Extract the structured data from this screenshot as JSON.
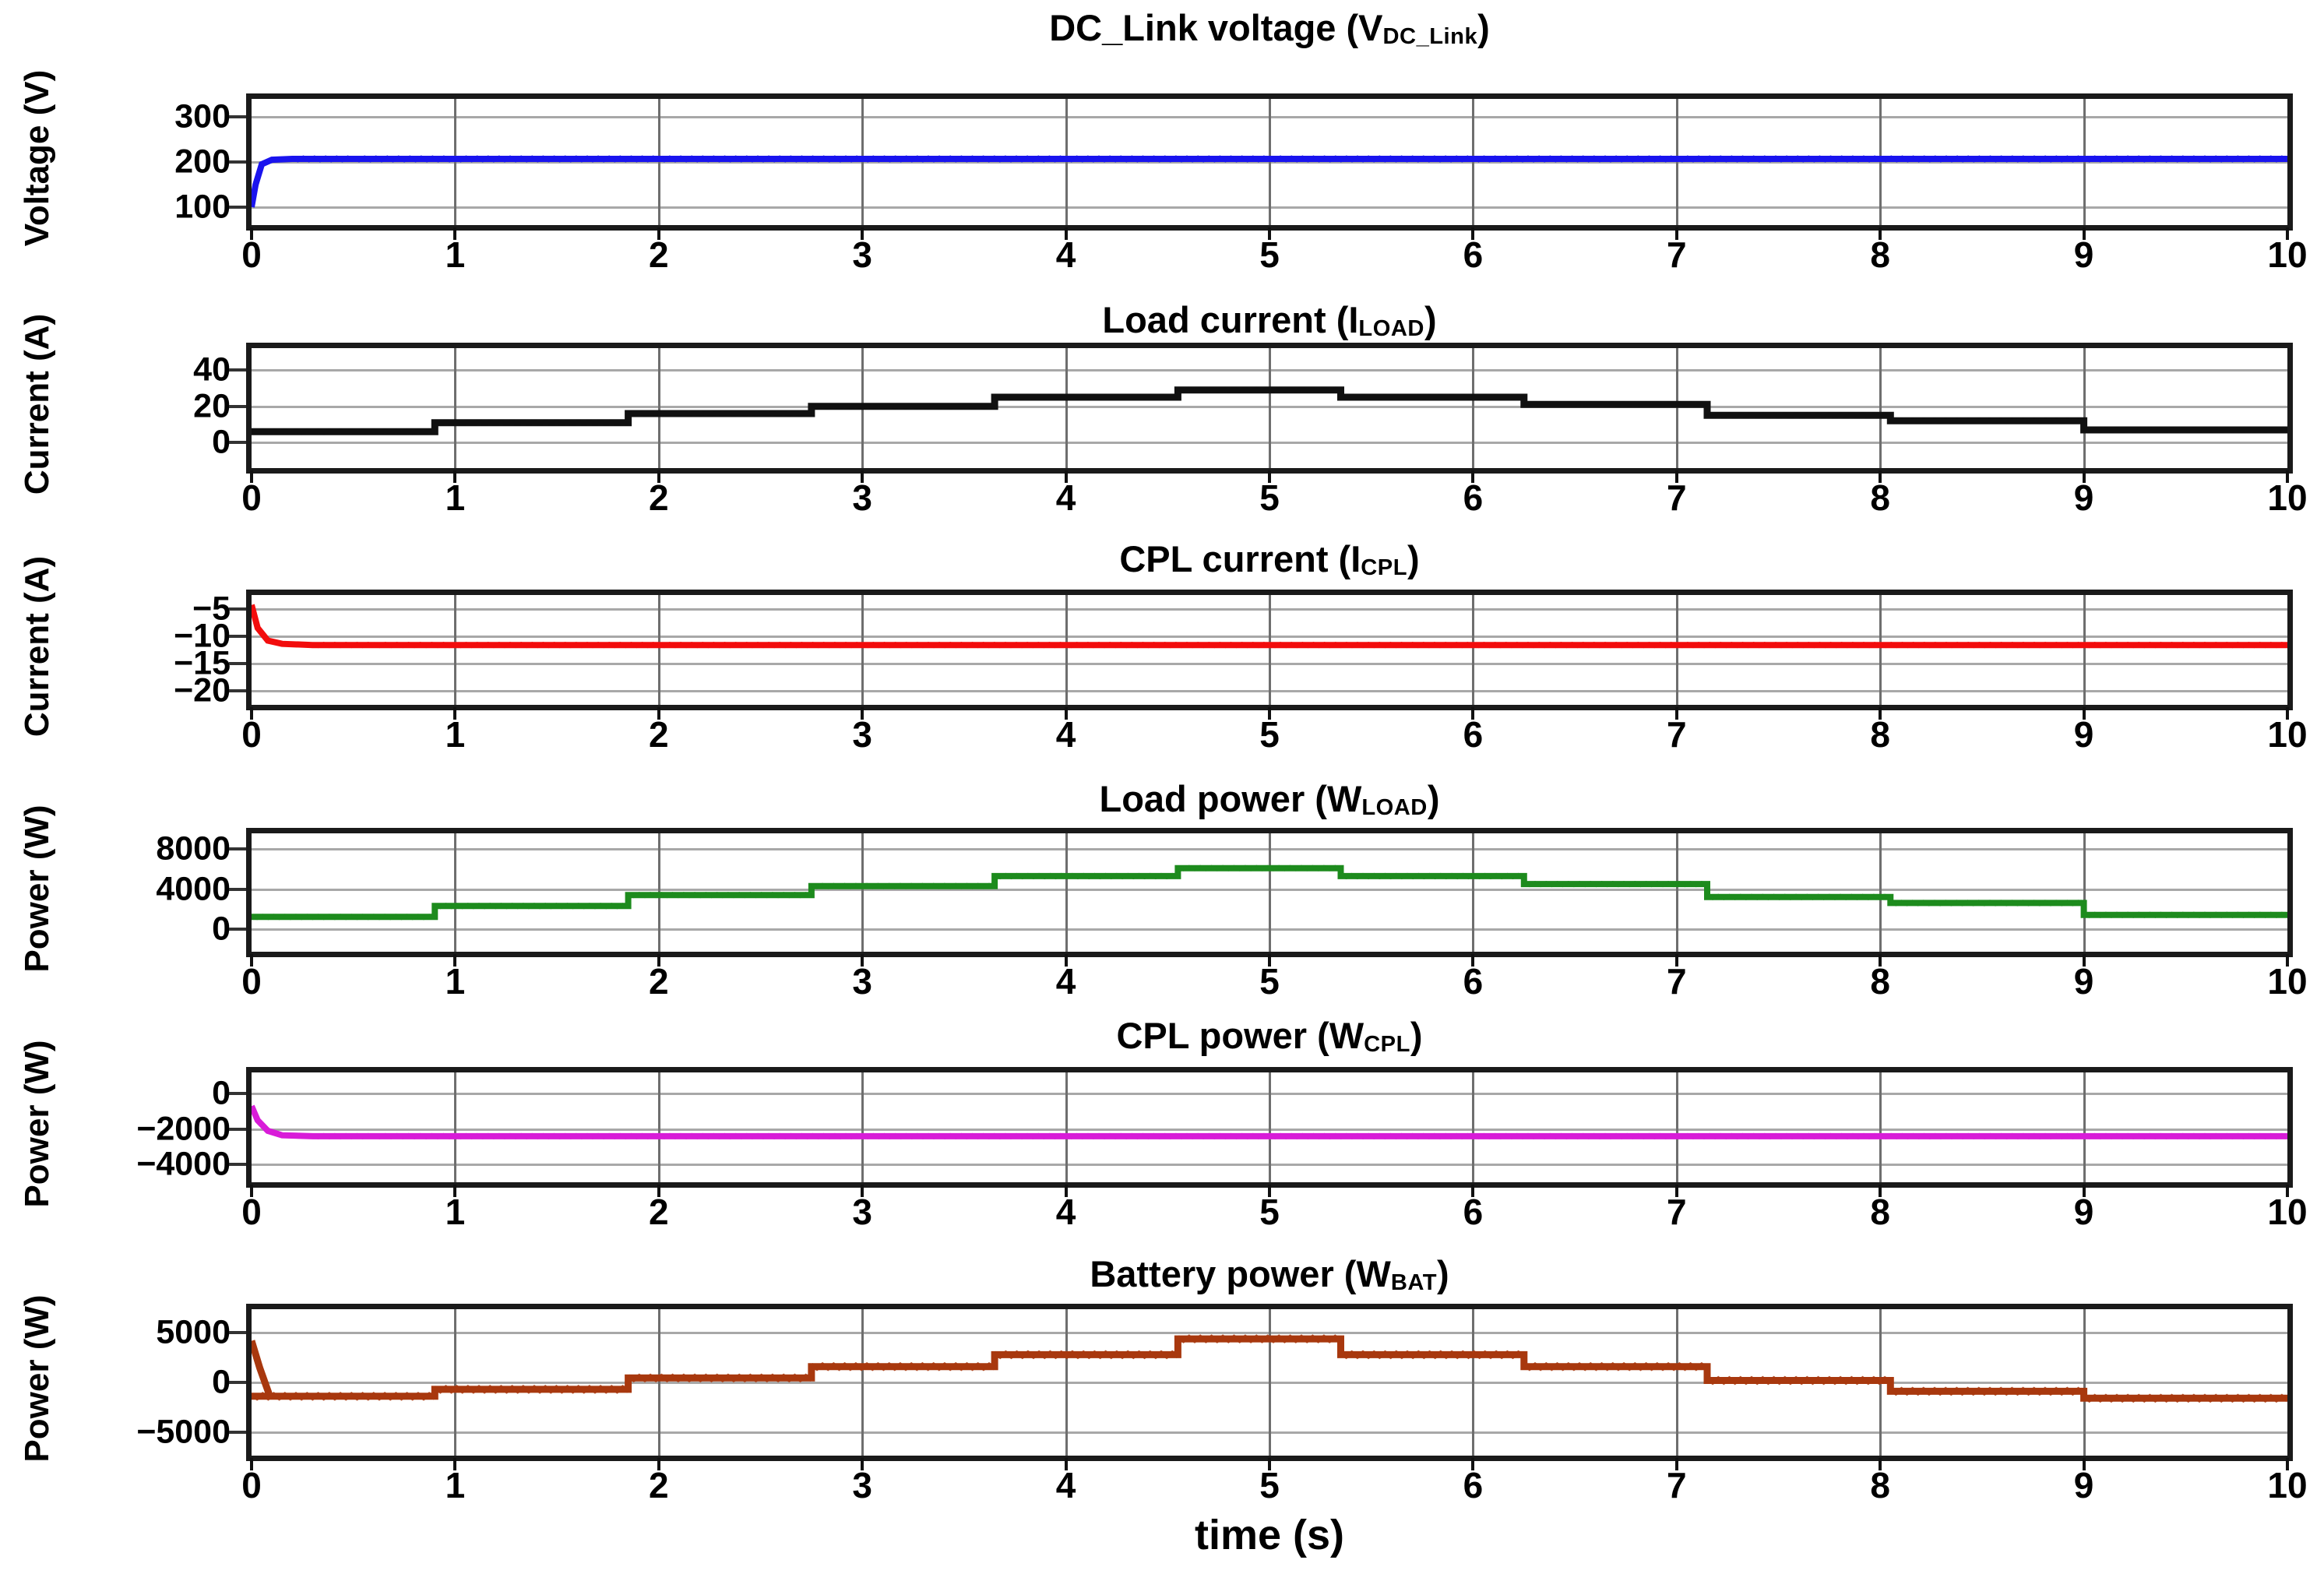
{
  "figure": {
    "xaxis_title": "time (s)",
    "background": "#ffffff"
  },
  "y_group_labels": [
    {
      "name": "voltage-group-label",
      "text": "Voltage (V)"
    },
    {
      "name": "current-group-label-1",
      "text": "Current (A)"
    },
    {
      "name": "current-group-label-2",
      "text": "Current (A)"
    },
    {
      "name": "power-group-label-1",
      "text": "Power (W)"
    },
    {
      "name": "power-group-label-2",
      "text": "Power (W)"
    },
    {
      "name": "power-group-label-3",
      "text": "Power (W)"
    }
  ],
  "titles": {
    "p1_main": "DC_Link voltage (V",
    "p1_sub": "DC_Link",
    "p1_tail": ")",
    "p2_main": "Load current (I",
    "p2_sub": "LOAD",
    "p2_tail": ")",
    "p3_main": "CPL current (I",
    "p3_sub": "CPL",
    "p3_tail": ")",
    "p4_main": "Load power (W",
    "p4_sub": "LOAD",
    "p4_tail": ")",
    "p5_main": "CPL power (W",
    "p5_sub": "CPL",
    "p5_tail": ")",
    "p6_main": "Battery power (W",
    "p6_sub": "BAT",
    "p6_tail": ")"
  },
  "xticks": [
    "0",
    "1",
    "2",
    "3",
    "4",
    "5",
    "6",
    "7",
    "8",
    "9",
    "10"
  ],
  "chart_data": [
    {
      "id": "dc-link-voltage",
      "type": "line",
      "title": "DC_Link voltage (VDC_Link)",
      "xlabel": "time (s)",
      "ylabel": "Voltage (V)",
      "color": "#1a14ee",
      "xlim": [
        0,
        10
      ],
      "ylim": [
        60,
        340
      ],
      "yticks": [
        300,
        200,
        100
      ],
      "xticks": [
        0,
        1,
        2,
        3,
        4,
        5,
        6,
        7,
        8,
        9,
        10
      ],
      "grid": true,
      "x": [
        0,
        0.02,
        0.05,
        0.1,
        0.2,
        0.5,
        1,
        2,
        3,
        4,
        5,
        6,
        7,
        8,
        9,
        10
      ],
      "y": [
        100,
        150,
        195,
        205,
        207,
        207,
        207,
        207,
        207,
        207,
        207,
        207,
        207,
        207,
        207,
        207
      ]
    },
    {
      "id": "load-current",
      "type": "line",
      "title": "Load current (ILOAD)",
      "xlabel": "time (s)",
      "ylabel": "Current (A)",
      "color": "#111111",
      "xlim": [
        0,
        10
      ],
      "ylim": [
        -14,
        52
      ],
      "yticks": [
        40,
        20,
        0
      ],
      "xticks": [
        0,
        1,
        2,
        3,
        4,
        5,
        6,
        7,
        8,
        9,
        10
      ],
      "grid": true,
      "step_edges": [
        0,
        0.9,
        1.85,
        2.75,
        3.65,
        4.55,
        5.35,
        6.25,
        7.15,
        8.05,
        9.0,
        10
      ],
      "step_values": [
        6,
        11,
        16,
        20,
        25,
        29,
        25,
        21,
        15,
        12,
        7
      ]
    },
    {
      "id": "cpl-current",
      "type": "line",
      "title": "CPL current (ICPL)",
      "xlabel": "time (s)",
      "ylabel": "Current (A)",
      "color": "#f20d0d",
      "xlim": [
        0,
        10
      ],
      "ylim": [
        -22.5,
        -2.5
      ],
      "yticks": [
        -5,
        -10,
        -15,
        -20
      ],
      "xticks": [
        0,
        1,
        2,
        3,
        4,
        5,
        6,
        7,
        8,
        9,
        10
      ],
      "grid": true,
      "x": [
        0,
        0.03,
        0.08,
        0.15,
        0.3,
        0.6,
        1,
        2,
        3,
        4,
        5,
        6,
        7,
        8,
        9,
        10
      ],
      "y": [
        -4.3,
        -8.5,
        -10.8,
        -11.4,
        -11.6,
        -11.6,
        -11.6,
        -11.6,
        -11.6,
        -11.6,
        -11.6,
        -11.6,
        -11.6,
        -11.6,
        -11.6,
        -11.6
      ]
    },
    {
      "id": "load-power",
      "type": "line",
      "title": "Load power (WLOAD)",
      "xlabel": "time (s)",
      "ylabel": "Power (W)",
      "color": "#1d8b1d",
      "xlim": [
        0,
        10
      ],
      "ylim": [
        -2300,
        9600
      ],
      "yticks": [
        8000,
        4000,
        0
      ],
      "xticks": [
        0,
        1,
        2,
        3,
        4,
        5,
        6,
        7,
        8,
        9,
        10
      ],
      "grid": true,
      "step_edges": [
        0,
        0.9,
        1.85,
        2.75,
        3.65,
        4.55,
        5.35,
        6.25,
        7.15,
        8.05,
        9.0,
        10
      ],
      "step_values": [
        1200,
        2300,
        3400,
        4300,
        5300,
        6100,
        5300,
        4500,
        3200,
        2600,
        1400
      ]
    },
    {
      "id": "cpl-power",
      "type": "line",
      "title": "CPL power (WCPL)",
      "xlabel": "time (s)",
      "ylabel": "Power (W)",
      "color": "#d81cd8",
      "xlim": [
        0,
        10
      ],
      "ylim": [
        -5000,
        1200
      ],
      "yticks": [
        0,
        -2000,
        -4000
      ],
      "xticks": [
        0,
        1,
        2,
        3,
        4,
        5,
        6,
        7,
        8,
        9,
        10
      ],
      "grid": true,
      "x": [
        0,
        0.03,
        0.08,
        0.15,
        0.3,
        0.6,
        1,
        2,
        3,
        4,
        5,
        6,
        7,
        8,
        9,
        10
      ],
      "y": [
        -700,
        -1500,
        -2100,
        -2350,
        -2400,
        -2400,
        -2400,
        -2400,
        -2400,
        -2400,
        -2400,
        -2400,
        -2400,
        -2400,
        -2400,
        -2400
      ]
    },
    {
      "id": "battery-power",
      "type": "line",
      "title": "Battery power (WBAT)",
      "xlabel": "time (s)",
      "ylabel": "Power (W)",
      "color": "#a8380e",
      "xlim": [
        0,
        10
      ],
      "ylim": [
        -7400,
        7400
      ],
      "yticks": [
        5000,
        0,
        -5000
      ],
      "xticks": [
        0,
        1,
        2,
        3,
        4,
        5,
        6,
        7,
        8,
        9,
        10
      ],
      "grid": true,
      "step_edges": [
        0,
        0.9,
        1.85,
        2.75,
        3.65,
        4.55,
        5.35,
        6.25,
        7.15,
        8.05,
        9.0,
        10
      ],
      "step_values": [
        -1400,
        -700,
        450,
        1600,
        2800,
        4400,
        2800,
        1600,
        200,
        -900,
        -1600
      ],
      "startup_spike": {
        "x": 0,
        "y": 4200
      }
    }
  ]
}
